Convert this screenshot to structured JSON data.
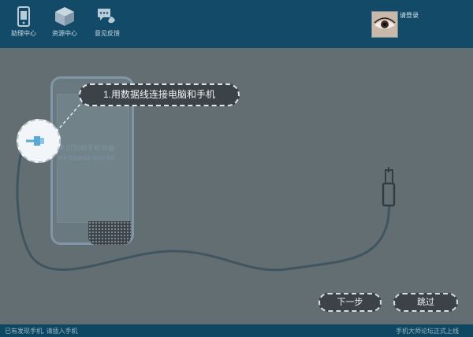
{
  "nav": [
    {
      "label": "助理中心",
      "icon": "phone-device-icon"
    },
    {
      "label": "资源中心",
      "icon": "cube-icon"
    },
    {
      "label": "意见反馈",
      "icon": "feedback-icon"
    }
  ],
  "user": {
    "login": "请登录"
  },
  "guide": {
    "step_text": "1.用数据线连接电脑和手机",
    "phone_title": "未识别到手机设备",
    "phone_sub": "可能是数据线没有插好手机",
    "next_label": "下一步",
    "skip_label": "跳过"
  },
  "status": {
    "left": "已有发现手机, 请插入手机",
    "right": "手机大师论坛正式上线"
  },
  "colors": {
    "topbar": "#134a68",
    "overlay": "#626e72",
    "bottombar": "#0f4763"
  }
}
